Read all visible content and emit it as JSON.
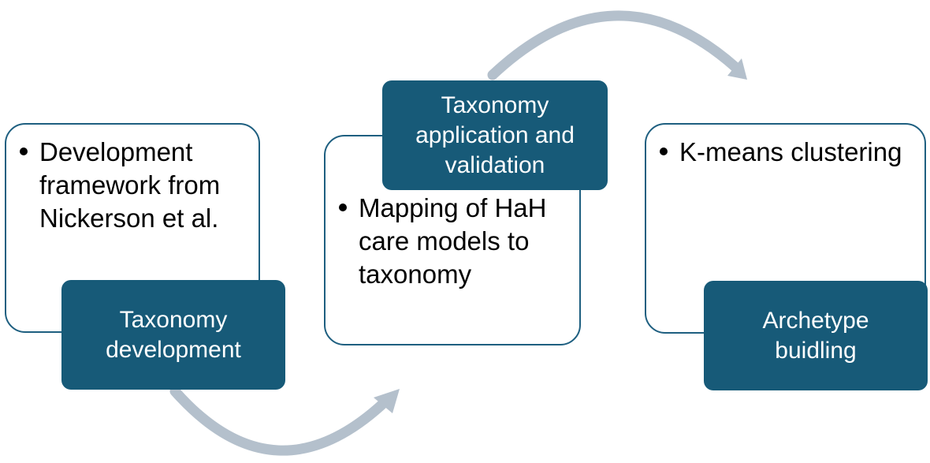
{
  "stages": [
    {
      "label": "Taxonomy\ndevelopment",
      "bullet": "Development framework from Nickerson et al."
    },
    {
      "label": "Taxonomy\napplication and\nvalidation",
      "bullet": "Mapping of HaH care models to taxonomy"
    },
    {
      "label": "Archetype\nbuidling",
      "bullet": "K-means clustering"
    }
  ],
  "colors": {
    "label_fill": "#175a78",
    "box_border": "#1e5f80",
    "arrow": "#b4c0cc"
  },
  "icons": {
    "arrows": [
      "curved-arrow-icon",
      "curved-arrow-icon"
    ]
  }
}
